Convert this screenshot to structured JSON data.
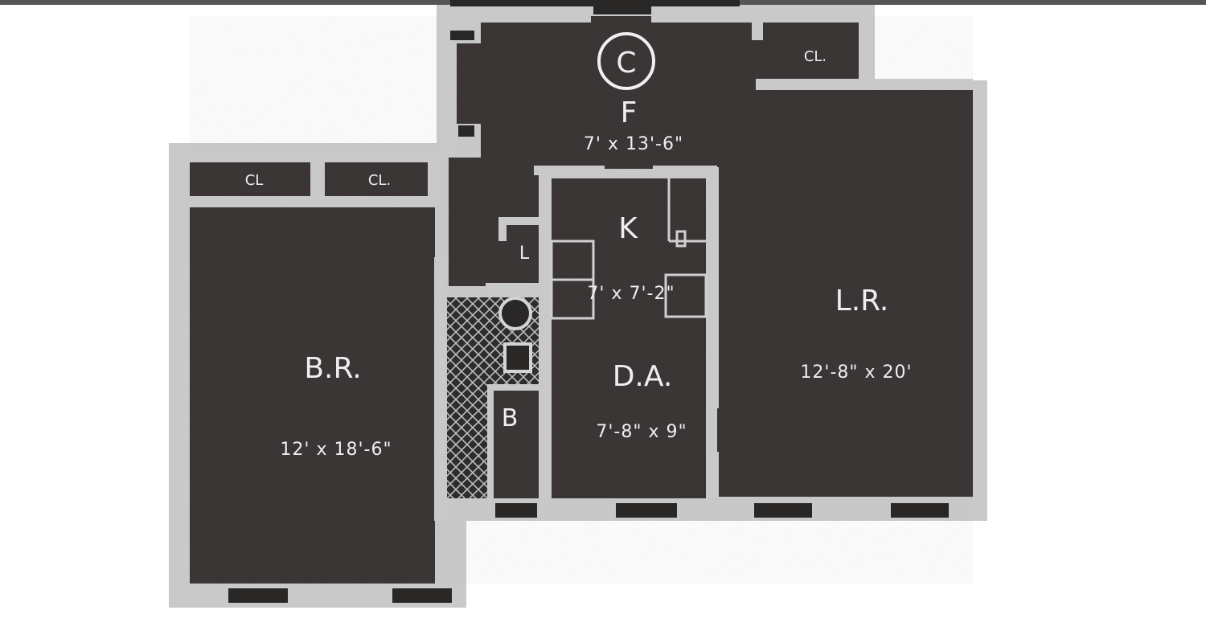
{
  "plan": {
    "corridor_symbol": "C",
    "rooms": {
      "foyer": {
        "label": "F",
        "dims": "7' x 13'-6\""
      },
      "kitchen": {
        "label": "K",
        "dims": "7' x 7'-2\""
      },
      "dining_area": {
        "label": "D.A.",
        "dims": "7'-8\" x 9\""
      },
      "living_room": {
        "label": "L.R.",
        "dims": "12'-8\" x 20'"
      },
      "bedroom": {
        "label": "B.R.",
        "dims": "12' x 18'-6\""
      },
      "bath": {
        "label": "B"
      },
      "linen": {
        "label": "L"
      },
      "closet_foyer": {
        "label": "CL."
      },
      "closet_bed_left": {
        "label": "CL"
      },
      "closet_bed_right": {
        "label": "CL."
      }
    }
  }
}
